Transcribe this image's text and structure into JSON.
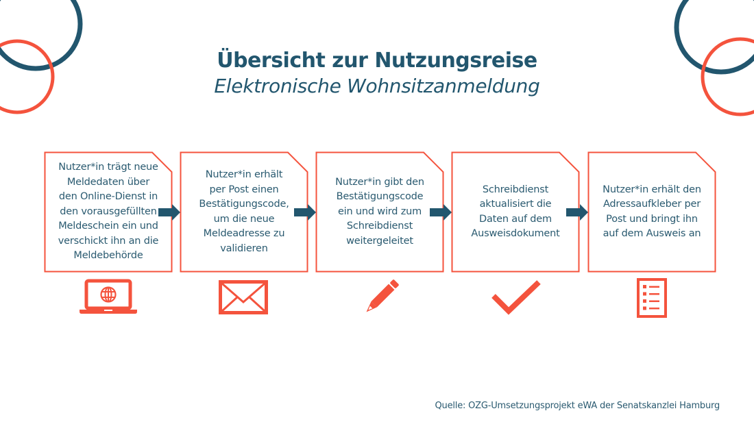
{
  "header": {
    "title": "Übersicht zur Nutzungsreise",
    "subtitle": "Elektronische Wohnsitzanmeldung"
  },
  "steps": [
    {
      "text": "Nutzer*in trägt neue\nMeldedaten über\nden Online-Dienst in\nden vorausgefüllten\nMeldeschein ein und\nverschickt ihn an die\nMeldebehörde",
      "icon": "laptop-globe-icon"
    },
    {
      "text": "Nutzer*in erhält\nper Post einen\nBestätigungscode,\num die neue\nMeldeadresse  zu\nvalidieren",
      "icon": "envelope-icon"
    },
    {
      "text": "Nutzer*in gibt den\nBestätigungscode\nein und wird zum\nSchreibdienst\nweitergeleitet",
      "icon": "pencil-icon"
    },
    {
      "text": "Schreibdienst\naktualisiert die\nDaten auf dem\nAusweisdokument",
      "icon": "checkmark-icon"
    },
    {
      "text": "Nutzer*in erhält den\nAdressaufkleber  per\nPost und bringt ihn\nauf dem Ausweis an",
      "icon": "checklist-icon"
    }
  ],
  "footer": {
    "source": "Quelle: OZG-Umsetzungsprojekt eWA der Senatskanzlei Hamburg"
  },
  "colors": {
    "primary": "#22566e",
    "accent": "#f4533d",
    "text": "#2a5a70"
  }
}
